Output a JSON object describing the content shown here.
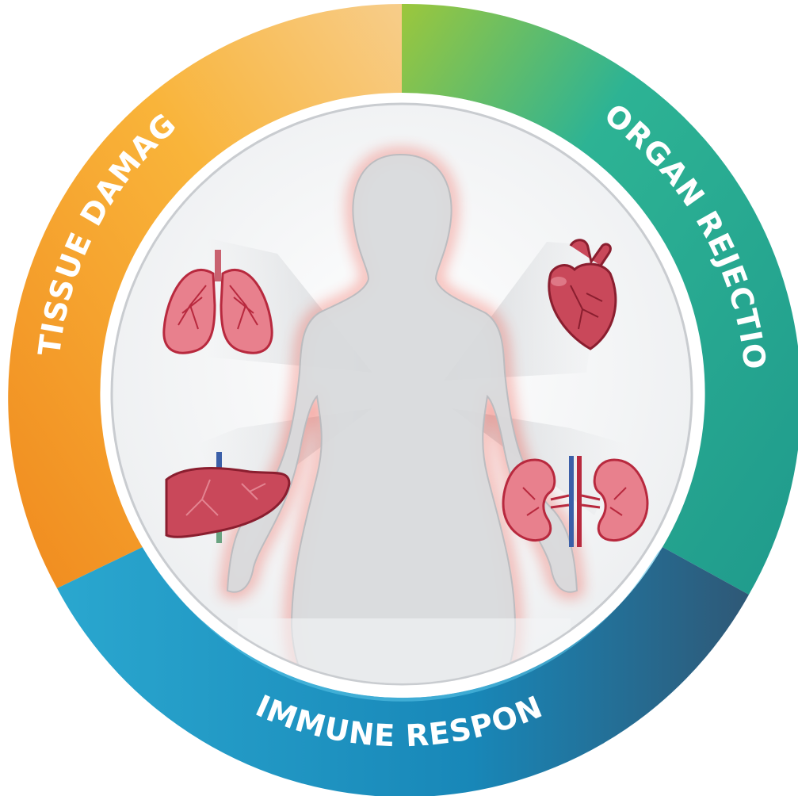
{
  "ring_segments": [
    {
      "label": "TISSUE DAMAGE",
      "colors": [
        "#f08a1e",
        "#f9b43a",
        "#f7cd8a"
      ]
    },
    {
      "label": "ORGAN REJECTION",
      "colors": [
        "#9cc73c",
        "#2db394",
        "#1f9a8c"
      ]
    },
    {
      "label": "IMMUNE RESPONSE",
      "colors": [
        "#2aa7cf",
        "#1887b8",
        "#2f5876"
      ]
    }
  ],
  "organs": [
    {
      "name": "lungs-icon"
    },
    {
      "name": "heart-icon"
    },
    {
      "name": "liver-icon"
    },
    {
      "name": "kidneys-icon"
    }
  ],
  "colors": {
    "organ_fill": "#e8808d",
    "organ_dark": "#b8293e",
    "body_fill": "#d9dbdd",
    "glow": "#f04a3a",
    "inner_disc": "#f4f5f6"
  }
}
